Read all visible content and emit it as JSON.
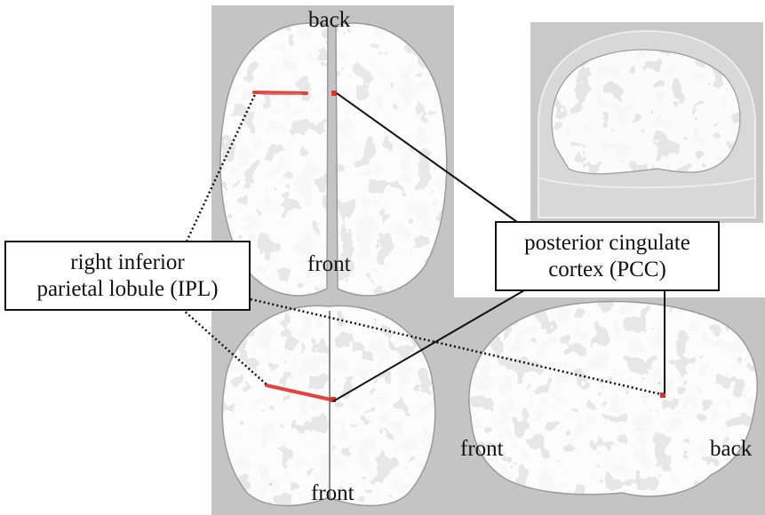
{
  "views": {
    "top_back": "back",
    "top_front": "front",
    "bottom_front": "front",
    "side_front": "front",
    "side_back": "back"
  },
  "callouts": {
    "ipl": {
      "line1": "right inferior",
      "line2": "parietal lobule (IPL)"
    },
    "pcc": {
      "line1": "posterior cingulate",
      "line2": "cortex (PCC)"
    }
  },
  "colors": {
    "panel_bg": "#c4c4c4",
    "brain": "#e9e9e9",
    "marker": "#e0322c",
    "leader": "#111111"
  }
}
